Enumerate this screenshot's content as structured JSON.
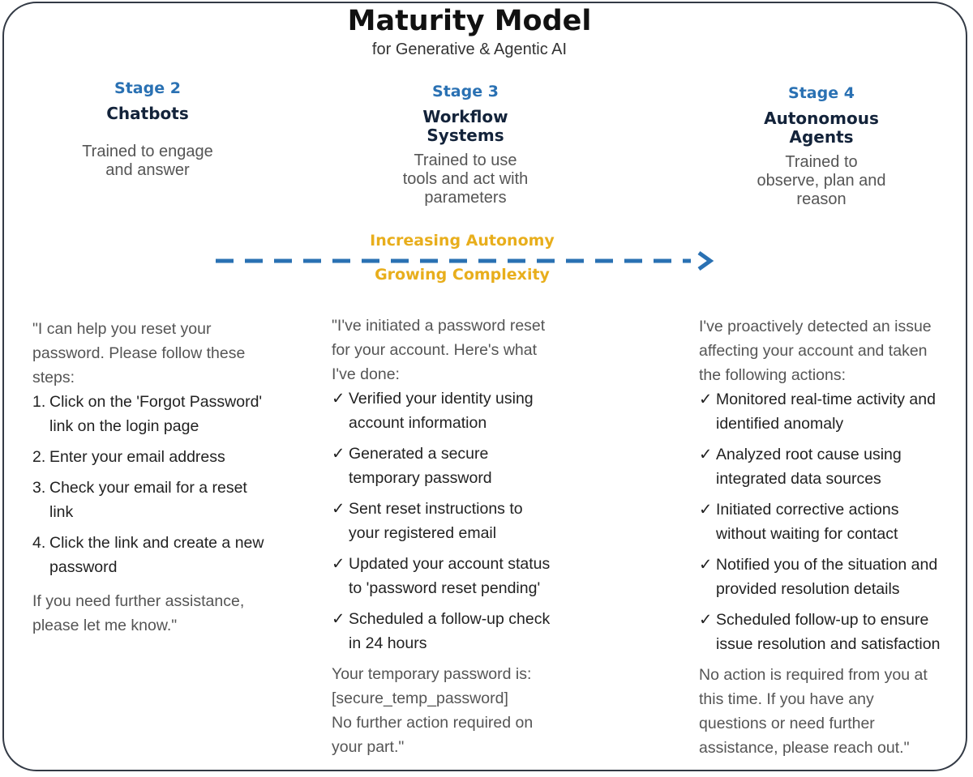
{
  "header": {
    "title": "Maturity Model",
    "subtitle": "for Generative & Agentic AI"
  },
  "stages": [
    {
      "num": "Stage 2",
      "name": [
        "Chatbots"
      ],
      "desc": [
        "Trained to engage",
        "and answer"
      ]
    },
    {
      "num": "Stage 3",
      "name": [
        "Workflow",
        "Systems"
      ],
      "desc": [
        "Trained to use",
        "tools and act with",
        "parameters"
      ]
    },
    {
      "num": "Stage 4",
      "name": [
        "Autonomous",
        "Agents"
      ],
      "desc": [
        "Trained to",
        "observe, plan and",
        "reason"
      ]
    }
  ],
  "progression": {
    "top_label": "Increasing Autonomy",
    "bottom_label": "Growing Complexity",
    "arrow_color": "#2a71b3",
    "label_color": "#e8ae1c"
  },
  "examples": {
    "stage2": {
      "intro": [
        "\"I can help you reset your",
        "password. Please follow these",
        "steps:"
      ],
      "steps": [
        {
          "marker": "1.",
          "lines": [
            "Click on the 'Forgot Password'",
            "link on the login page"
          ]
        },
        {
          "marker": "2.",
          "lines": [
            "Enter your email address"
          ]
        },
        {
          "marker": "3.",
          "lines": [
            "Check your email for a reset",
            "link"
          ]
        },
        {
          "marker": "4.",
          "lines": [
            "Click the link and create a new",
            "password"
          ]
        }
      ],
      "outro": [
        "If you need further assistance,",
        "please let me know.\""
      ]
    },
    "stage3": {
      "intro": [
        "\"I've initiated a password reset",
        "for your account. Here's what",
        "I've done:"
      ],
      "steps": [
        {
          "marker": "✓",
          "lines": [
            "Verified your identity using",
            "account information"
          ]
        },
        {
          "marker": "✓",
          "lines": [
            "Generated a secure",
            "temporary password"
          ]
        },
        {
          "marker": "✓",
          "lines": [
            "Sent reset instructions to",
            "your registered email"
          ]
        },
        {
          "marker": "✓",
          "lines": [
            "Updated your account status",
            "to 'password reset pending'"
          ]
        },
        {
          "marker": "✓",
          "lines": [
            "Scheduled a follow-up check",
            "in 24 hours"
          ]
        }
      ],
      "outro": [
        "Your temporary password is:",
        "[secure_temp_password]",
        "No further action required on",
        "your part.\""
      ]
    },
    "stage4": {
      "intro": [
        "I've proactively detected an issue",
        "affecting your account and taken",
        "the following actions:"
      ],
      "steps": [
        {
          "marker": "✓",
          "lines": [
            "Monitored real-time activity and",
            "identified anomaly"
          ]
        },
        {
          "marker": "✓",
          "lines": [
            "Analyzed root cause using",
            "integrated data sources"
          ]
        },
        {
          "marker": "✓",
          "lines": [
            "Initiated corrective actions",
            "without waiting for contact"
          ]
        },
        {
          "marker": "✓",
          "lines": [
            "Notified you of the situation and",
            "provided resolution details"
          ]
        },
        {
          "marker": "✓",
          "lines": [
            "Scheduled follow-up to ensure",
            "issue resolution and satisfaction"
          ]
        }
      ],
      "outro": [
        "No action is required from you at",
        "this time. If you have any",
        "questions or need further",
        "assistance, please reach out.\""
      ]
    }
  }
}
